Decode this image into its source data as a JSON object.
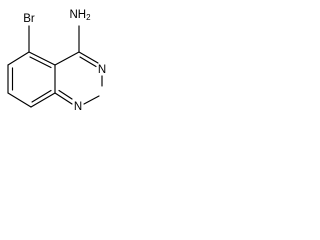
{
  "structure": {
    "atoms": {
      "substituent_bromine": "Br",
      "substituent_amine": "NH",
      "substituent_amine_subscript": "2",
      "ring_nitrogen_upper": "N",
      "ring_nitrogen_lower": "N"
    }
  }
}
